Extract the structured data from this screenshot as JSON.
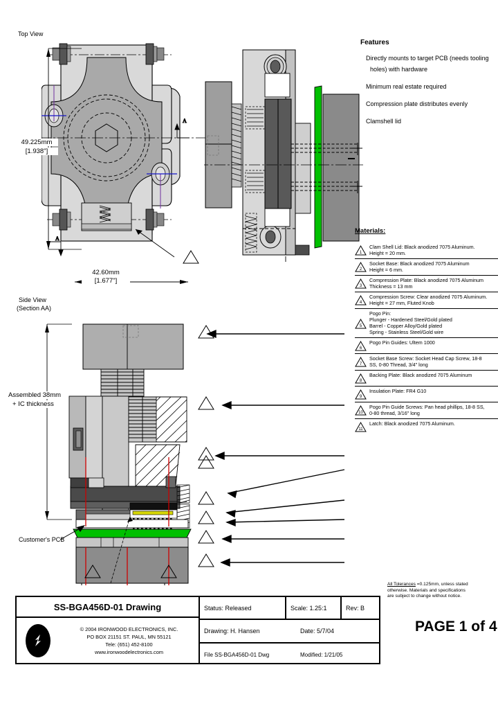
{
  "views": {
    "top_view_label": "Top View",
    "side_view_label": "Side View",
    "side_view_sublabel": "(Section AA)",
    "section_mark_a_top": "A",
    "section_mark_a_bottom": "A"
  },
  "dimensions": {
    "height_mm": "49.225mm",
    "height_in": "[1.938\"]",
    "width_mm": "42.60mm",
    "width_in": "[1.677\"]",
    "assembled_line1": "Assembled 38mm",
    "assembled_line2": "+ IC thickness",
    "pcb_label": "Customer's PCB"
  },
  "features": {
    "title": "Features",
    "items": [
      "Directly mounts to target PCB (needs tooling",
      "holes) with hardware",
      "Minimum real estate required",
      "Compression plate distributes evenly",
      "Clamshell lid"
    ]
  },
  "materials": {
    "title": "Materials:",
    "items": [
      {
        "num": "1",
        "text": "Clam Shell Lid: Black anodized 7075 Aluminum.\nHeight = 20 mm."
      },
      {
        "num": "2",
        "text": "Socket Base: Black anodized 7075 Aluminum\nHeight = 6 mm."
      },
      {
        "num": "3",
        "text": "Compression Plate: Black anodized 7075 Aluminum\nThickness = 13 mm"
      },
      {
        "num": "4",
        "text": "Compression Screw: Clear anodized 7075 Aluminum.\nHeight = 27 mm, Fluted Knob"
      },
      {
        "num": "5",
        "text": "Pogo Pin:\nPlunger - Hardened Steel/Gold plated\nBarrel - Copper Alloy/Gold plated\nSpring - Stainless Steel/Gold wire"
      },
      {
        "num": "6",
        "text": "Pogo Pin Guides: Ultem 1000"
      },
      {
        "num": "7",
        "text": "Socket Base Screw: Socket Head Cap Screw, 18-8\nSS, 0-80 Thread, 3/4\" long"
      },
      {
        "num": "8",
        "text": "Backing Plate: Black anodized 7075 Aluminum"
      },
      {
        "num": "9",
        "text": "Insulation Plate: FR4 G10"
      },
      {
        "num": "10",
        "text": "Pogo Pin Guide Screws: Pan head phillips, 18-8 SS,\n0-80 thread, 3/16\" long"
      },
      {
        "num": "11",
        "text": "Latch: Black anodized 7075 Aluminum."
      }
    ]
  },
  "tolerance_note": {
    "underlined": "All Tolerances",
    "rest_line1": " =0.125mm, unless stated",
    "line2": "otherwise. Materials and specifications",
    "line3": "are subject to change without notice."
  },
  "page_number": "PAGE 1 of 4",
  "title_block": {
    "drawing_title": "SS-BGA456D-01 Drawing",
    "company_line1": "© 2004 IRONWOOD ELECTRONICS, INC.",
    "company_line2": "PO BOX 21151 ST. PAUL, MN 55121",
    "company_line3": "Tele: (651) 452-8100",
    "company_line4": "www.ironwoodelectronics.com",
    "status_label": "Status: Released",
    "scale_label": "Scale: 1.25:1",
    "rev_label": "Rev: B",
    "drawing_by_label": "Drawing: H. Hansen",
    "date_label": "Date: 5/7/04",
    "file_label": "File SS-BGA456D-01 Dwg",
    "modified_label": "Modified: 1/21/05"
  },
  "colors": {
    "pcb_green": "#00c000",
    "light_gray": "#d0d0d0",
    "mid_gray": "#a8a8a8",
    "dark_gray": "#6e6e6e",
    "darker_gray": "#4a4a4a",
    "near_black": "#3a3a3a",
    "line": "#000000",
    "red_hole": "#cc0000",
    "blue_center": "#4040c0",
    "purple": "#7030a0"
  }
}
